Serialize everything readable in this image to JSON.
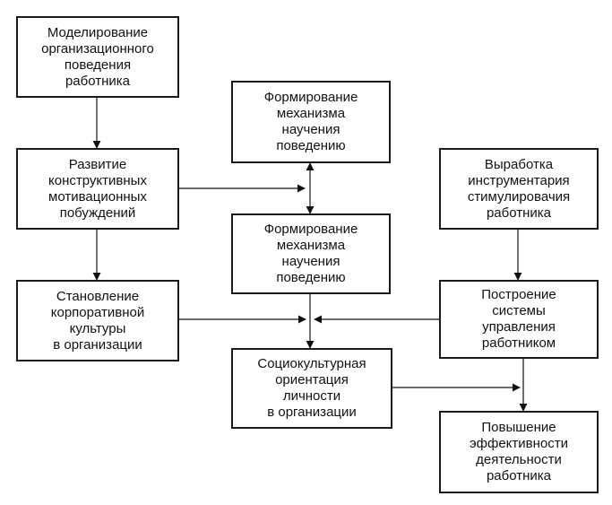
{
  "boxes": {
    "modeling": "Моделирование\nорганизационного\nповедения\nработника",
    "development": "Развитие\nконструктивных\nмотивационных\nпобуждений",
    "formation": "Становление\nкорпоративной\nкультуры\nв организации",
    "mechanism_top": "Формирование\nмеханизма\nнаучения\nповедению",
    "mechanism_mid": "Формирование\nмеханизма\nнаучения\nповедению",
    "sociocultural": "Социокультурная\nориентация\nличности\nв организации",
    "tools": "Выработка\nинструментария\nстимулировачия\nработника",
    "system": "Построение\nсистемы\nуправления\nработником",
    "efficiency": "Повышение\nэффективности\nдеятельности\nработника"
  }
}
